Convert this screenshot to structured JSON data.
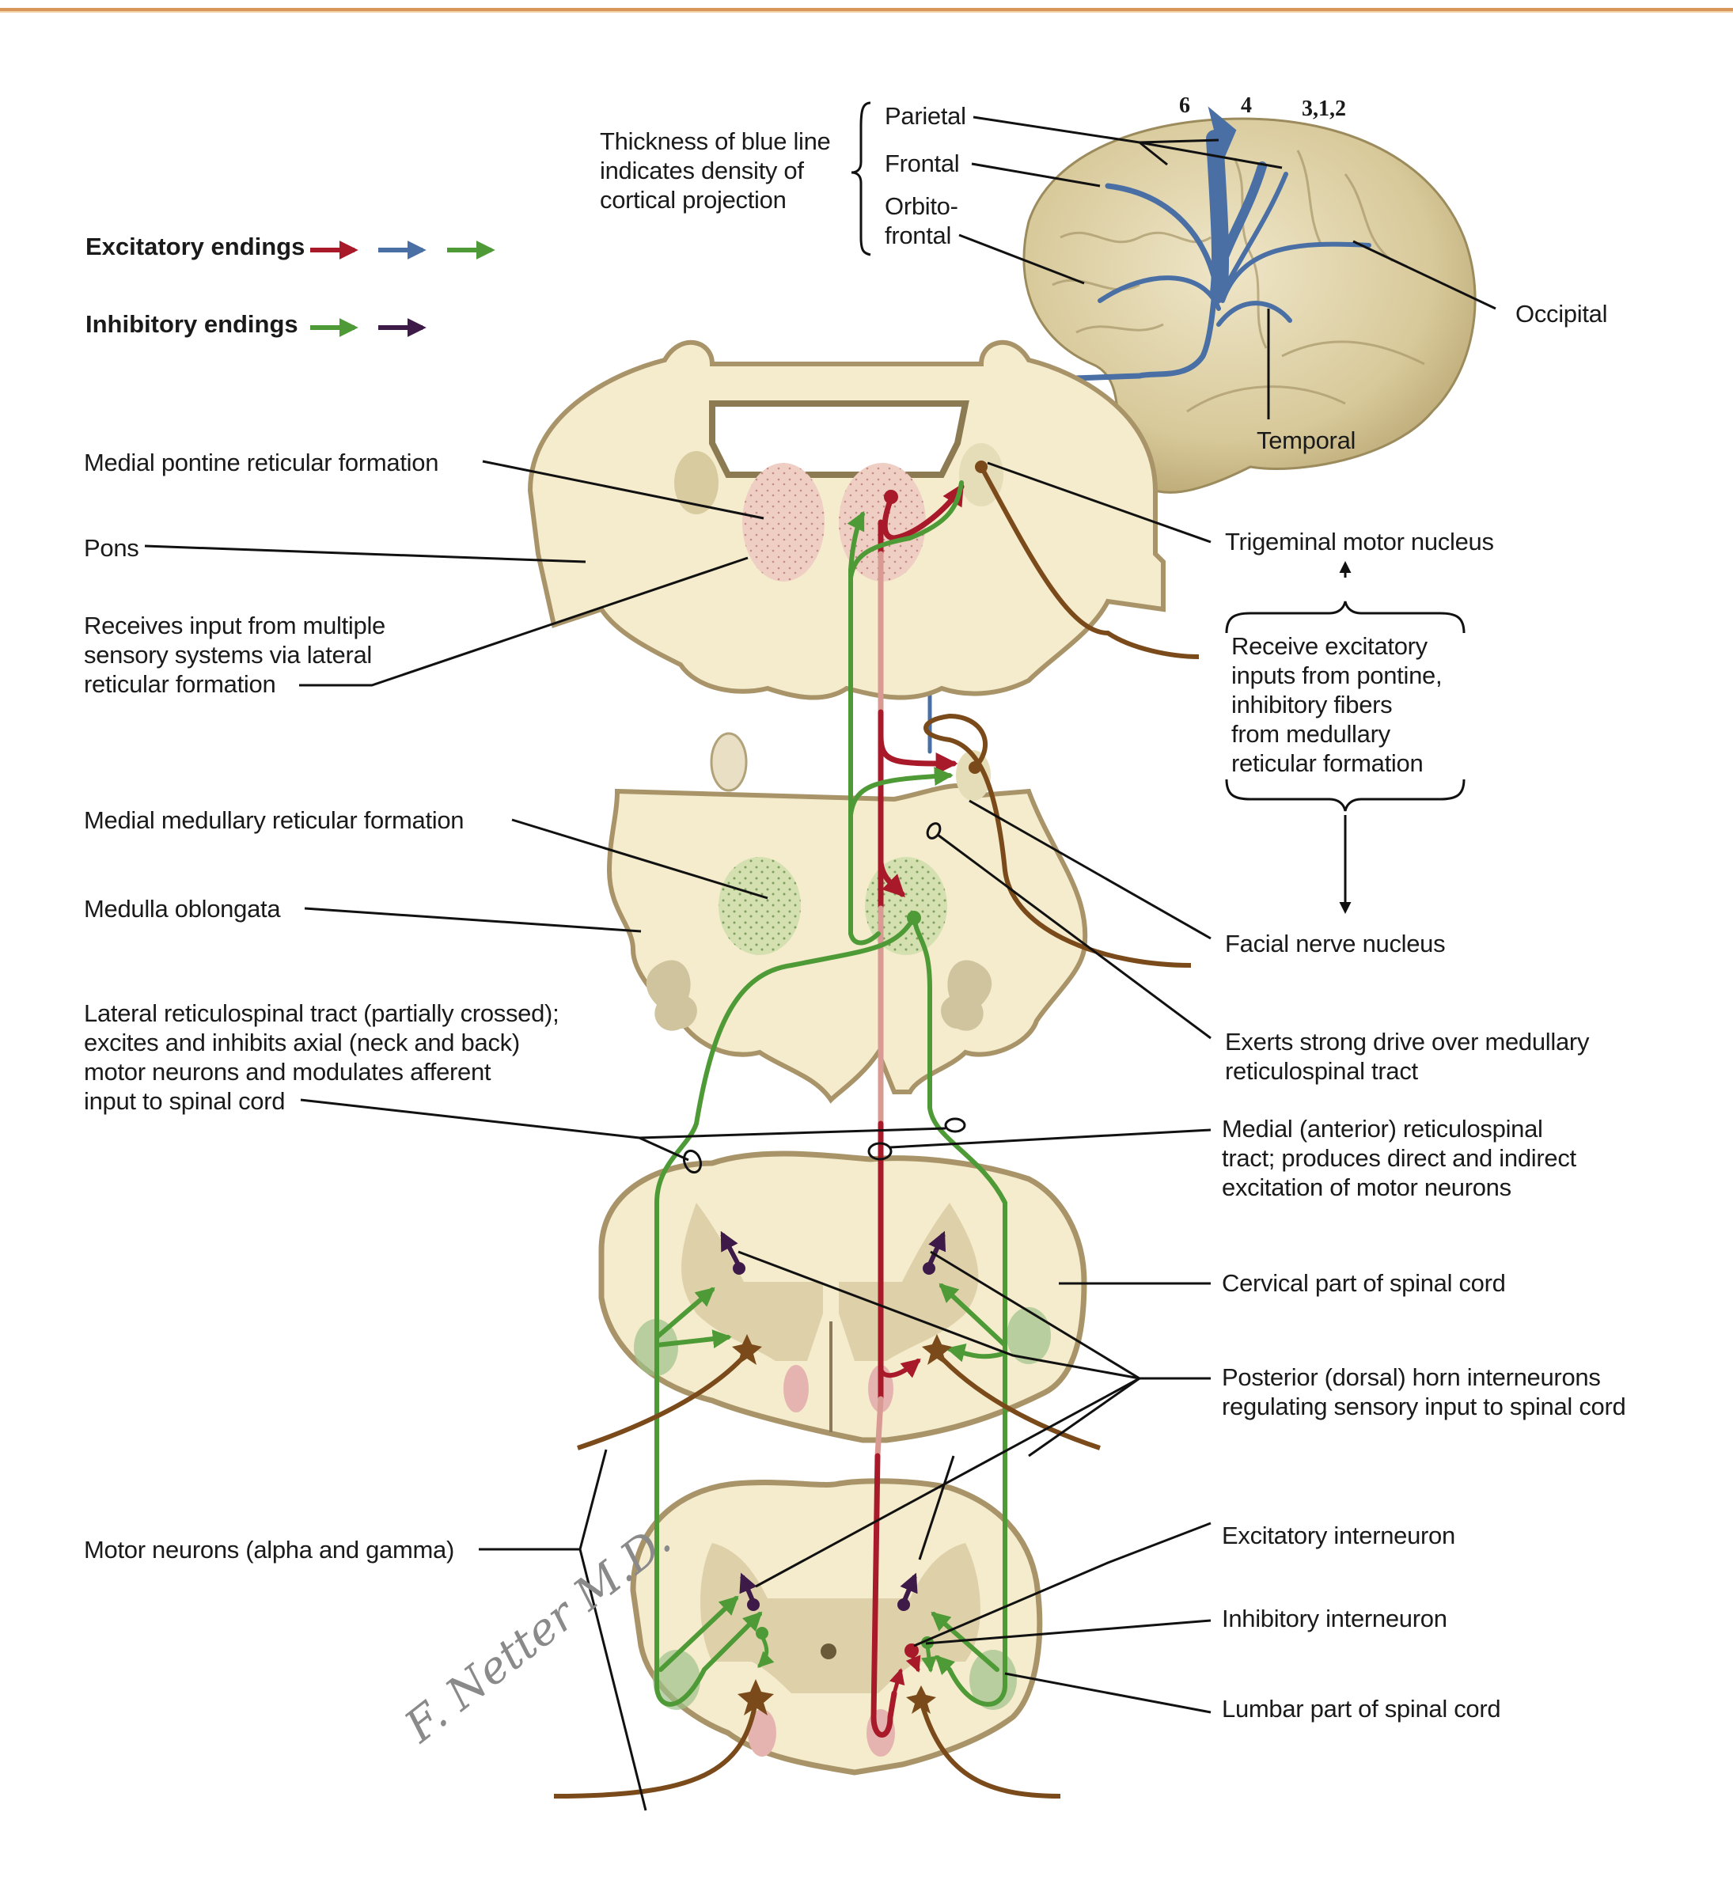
{
  "legend": {
    "excitatory_label": "Excitatory endings",
    "inhibitory_label": "Inhibitory endings",
    "excitatory_colors": [
      "#a8192a",
      "#4a6fa5",
      "#4e9a36"
    ],
    "inhibitory_colors": [
      "#4e9a36",
      "#3d1a48"
    ]
  },
  "colors": {
    "red_tract": "#a8192a",
    "blue_tract": "#4a6fa5",
    "green_tract": "#4e9a36",
    "purple_tract": "#3d1a48",
    "brown_nerve": "#7a4a1a",
    "tissue": "#f4eccc",
    "tissue_edge": "#a89468",
    "header_rule": "#d9965a"
  },
  "cortex": {
    "thickness_note": "Thickness of blue line\nindicates density of\ncortical projection",
    "lobes": [
      "Parietal",
      "Frontal",
      "Orbito-\nfrontal"
    ],
    "areas": [
      "6",
      "4",
      "3,1,2"
    ],
    "occipital": "Occipital",
    "temporal": "Temporal"
  },
  "left_labels": {
    "medial_pontine": "Medial pontine reticular formation",
    "pons": "Pons",
    "receives_input": "Receives input from multiple\nsensory systems via lateral\nreticular formation",
    "medial_medullary": "Medial medullary reticular formation",
    "medulla": "Medulla oblongata",
    "lateral_tract": "Lateral reticulospinal tract (partially crossed);\nexcites and inhibits axial (neck and back)\nmotor neurons and modulates afferent\ninput to spinal cord",
    "motor_neurons": "Motor neurons (alpha and gamma)"
  },
  "right_labels": {
    "trigeminal": "Trigeminal motor nucleus",
    "receive_inputs": "Receive excitatory\ninputs from pontine,\ninhibitory fibers\nfrom medullary\nreticular formation",
    "facial": "Facial nerve nucleus",
    "exerts": "Exerts strong drive over medullary\nreticulospinal tract",
    "medial_tract": "Medial (anterior) reticulospinal\ntract; produces direct and indirect\nexcitation of motor neurons",
    "cervical": "Cervical part of spinal cord",
    "posterior_horn": "Posterior (dorsal) horn interneurons\nregulating sensory input to spinal cord",
    "excitatory_interneuron": "Excitatory interneuron",
    "inhibitory_interneuron": "Inhibitory interneuron",
    "lumbar": "Lumbar part of spinal cord"
  },
  "signature": "F. Netter M.D."
}
